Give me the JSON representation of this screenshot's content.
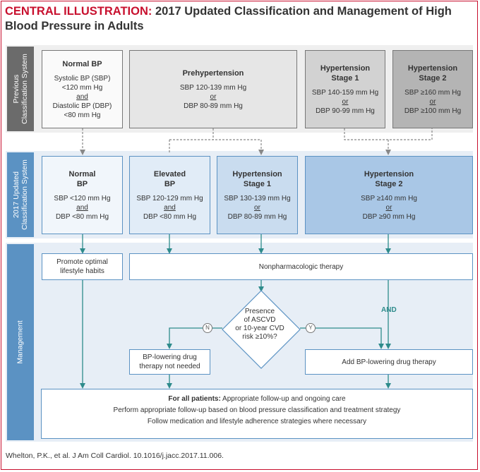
{
  "title": {
    "lead": "CENTRAL ILLUSTRATION:",
    "rest": " 2017 Updated Classification and Management of High Blood Pressure in Adults"
  },
  "side_labels": {
    "previous_1": "Previous",
    "previous_2": "Classification System",
    "updated_1": "2017 Updated",
    "updated_2": "Classification System",
    "management": "Management"
  },
  "previous": {
    "normal": {
      "heading": "Normal BP",
      "l1": "Systolic BP (SBP)",
      "l2": "<120 mm Hg",
      "l3": "and",
      "l4": "Diastolic BP (DBP)",
      "l5": "<80 mm Hg"
    },
    "prehypertension": {
      "heading": "Prehypertension",
      "l1": "SBP 120-139 mm Hg",
      "l2": "or",
      "l3": "DBP 80-89 mm Hg"
    },
    "stage1": {
      "heading_1": "Hypertension",
      "heading_2": "Stage 1",
      "l1": "SBP 140-159 mm Hg",
      "l2": "or",
      "l3": "DBP 90-99 mm Hg"
    },
    "stage2": {
      "heading_1": "Hypertension",
      "heading_2": "Stage 2",
      "l1": "SBP ≥160 mm Hg",
      "l2": "or",
      "l3": "DBP ≥100 mm Hg"
    }
  },
  "updated": {
    "normal": {
      "heading_1": "Normal",
      "heading_2": "BP",
      "l1": "SBP <120 mm Hg",
      "l2": "and",
      "l3": "DBP <80 mm Hg"
    },
    "elevated": {
      "heading_1": "Elevated",
      "heading_2": "BP",
      "l1": "SBP 120-129 mm Hg",
      "l2": "and",
      "l3": "DBP <80 mm Hg"
    },
    "stage1": {
      "heading_1": "Hypertension",
      "heading_2": "Stage 1",
      "l1": "SBP 130-139 mm Hg",
      "l2": "or",
      "l3": "DBP 80-89 mm Hg"
    },
    "stage2": {
      "heading_1": "Hypertension",
      "heading_2": "Stage 2",
      "l1": "SBP ≥140 mm Hg",
      "l2": "or",
      "l3": "DBP ≥90 mm Hg"
    }
  },
  "management": {
    "promote_1": "Promote optimal",
    "promote_2": "lifestyle habits",
    "nonpharm": "Nonpharmacologic therapy",
    "decision_1": "Presence",
    "decision_2": "of ASCVD",
    "decision_3": "or 10-year CVD",
    "decision_4": "risk ≥10%?",
    "no_label": "N",
    "yes_label": "Y",
    "and_label": "AND",
    "not_needed_1": "BP-lowering drug",
    "not_needed_2": "therapy not needed",
    "add_drug": "Add BP-lowering drug therapy",
    "all_patients_lead": "For all patients:",
    "all_patients_rest": " Appropriate follow-up and ongoing care",
    "all_l2": "Perform appropriate follow-up based on blood pressure classification and treatment strategy",
    "all_l3": "Follow medication and lifestyle adherence strategies where necessary"
  },
  "citation": "Whelton, P.K., et al. J Am Coll Cardiol. 10.1016/j.jacc.2017.11.006.",
  "colors": {
    "accent": "#c8102e",
    "teal_arrow": "#2e8b8b",
    "blue_band": "#e7eef6",
    "stage1_fill": "#c9dcef",
    "stage2_fill": "#a9c7e6",
    "prev_stage1_fill": "#d2d2d2",
    "prev_stage2_fill": "#b4b4b4"
  }
}
